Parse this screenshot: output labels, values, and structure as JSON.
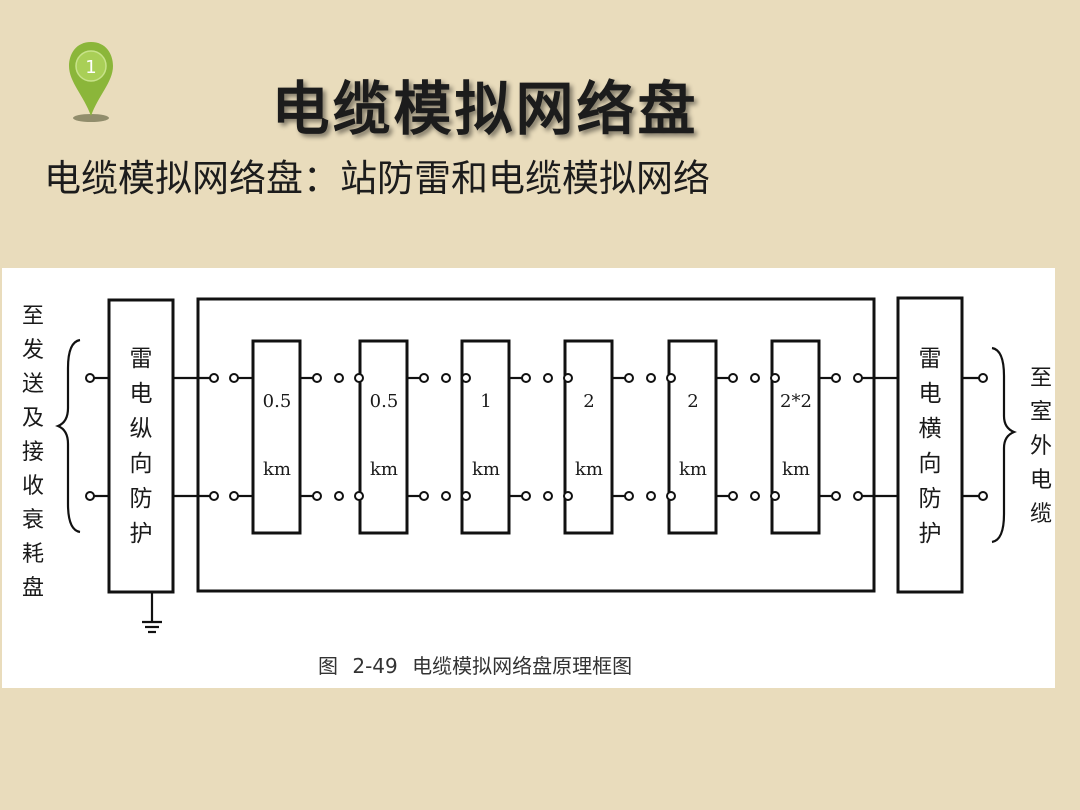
{
  "slide": {
    "badge_number": "1",
    "title": "电缆模拟网络盘",
    "subtitle": "电缆模拟网络盘：站防雷和电缆模拟网络"
  },
  "diagram": {
    "left_side_label": "至发送及接收衰耗盘",
    "left_box_label": "雷电纵向防护",
    "right_box_label": "雷电横向防护",
    "right_side_label": "至室外电缆",
    "modules": [
      {
        "value": "0.5",
        "unit": "km"
      },
      {
        "value": "0.5",
        "unit": "km"
      },
      {
        "value": "1",
        "unit": "km"
      },
      {
        "value": "2",
        "unit": "km"
      },
      {
        "value": "2",
        "unit": "km"
      },
      {
        "value": "2*2",
        "unit": "km"
      }
    ],
    "caption": "图 2-49 电缆模拟网络盘原理框图"
  }
}
